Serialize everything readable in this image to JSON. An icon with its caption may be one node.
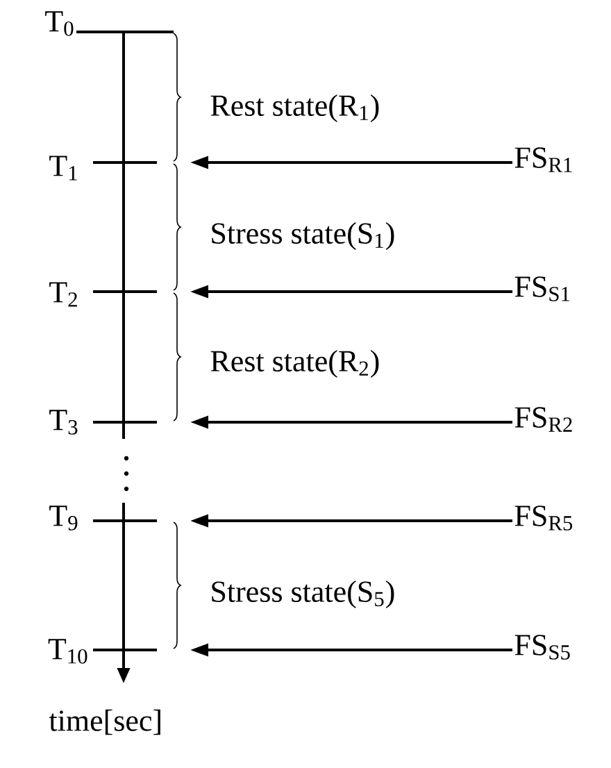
{
  "diagram": {
    "nodes": [
      {
        "text": [
          "FS$_{R1}$"
        ]
      },
      {
        "text": [
          "FS$_{S1}$"
        ]
      },
      {
        "text": [
          "FS$_{R2}$"
        ]
      },
      {
        "text": [
          "FS$_{R5}$"
        ]
      },
      {
        "text": [
          "FS$_{S5}$"
        ]
      }
    ],
    "edges": [
      {
        "from": 0,
        "to": null,
        "arrow": "to"
      },
      {
        "from": 1,
        "to": null,
        "arrow": "to"
      },
      {
        "from": 2,
        "to": null,
        "arrow": "to"
      },
      {
        "from": 3,
        "to": null,
        "arrow": "to"
      },
      {
        "from": 4,
        "to": null,
        "arrow": "to"
      }
    ],
    "labels": [
      "T$_{0}$",
      "Rest state(R$_{1}$)",
      "T$_{1}$",
      "Stress state(S$_{1}$)",
      "T$_{2}$",
      "Rest state(R$_{2}$)",
      "T$_{3}$",
      "T$_{9}$",
      "Stress state(S$_{5}$)",
      "T$_{10}$",
      "time[sec]"
    ]
  }
}
